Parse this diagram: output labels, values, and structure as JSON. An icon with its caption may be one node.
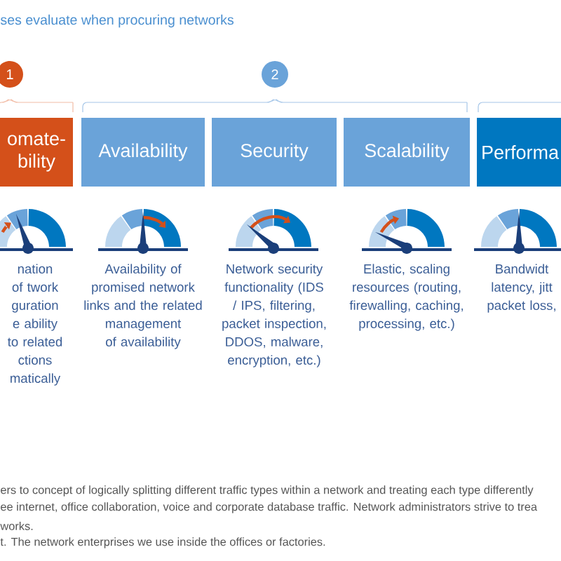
{
  "diagram": {
    "title": "ses evaluate when procuring networks",
    "nodes": [
      {
        "text": [
          "1"
        ]
      },
      {
        "text": [
          "2"
        ]
      },
      {
        "text": [
          "omate- bility"
        ]
      },
      {
        "text": [
          "Availability"
        ]
      },
      {
        "text": [
          "Security"
        ]
      },
      {
        "text": [
          "Scalability"
        ]
      },
      {
        "text": [
          "Performa"
        ]
      }
    ],
    "labels": [
      "nation of twork guration e ability to related ctions matically",
      "Availability of promised network links and the related management of availability",
      "Network security functionality (IDS / IPS, filtering, packet inspection, DDOS, malware, encryption, etc.)",
      "Elastic, scaling resources (routing, firewalling, caching, processing, etc.)",
      "Bandwidt latency, jitt packet loss,",
      "ers to concept of logically splitting different traffic types within a network and treating each type differently",
      "ee internet, office collaboration, voice and corporate database traffic. Network administrators strive to trea",
      "works.",
      "t. The network enterprises we use inside the offices or factories."
    ]
  }
}
